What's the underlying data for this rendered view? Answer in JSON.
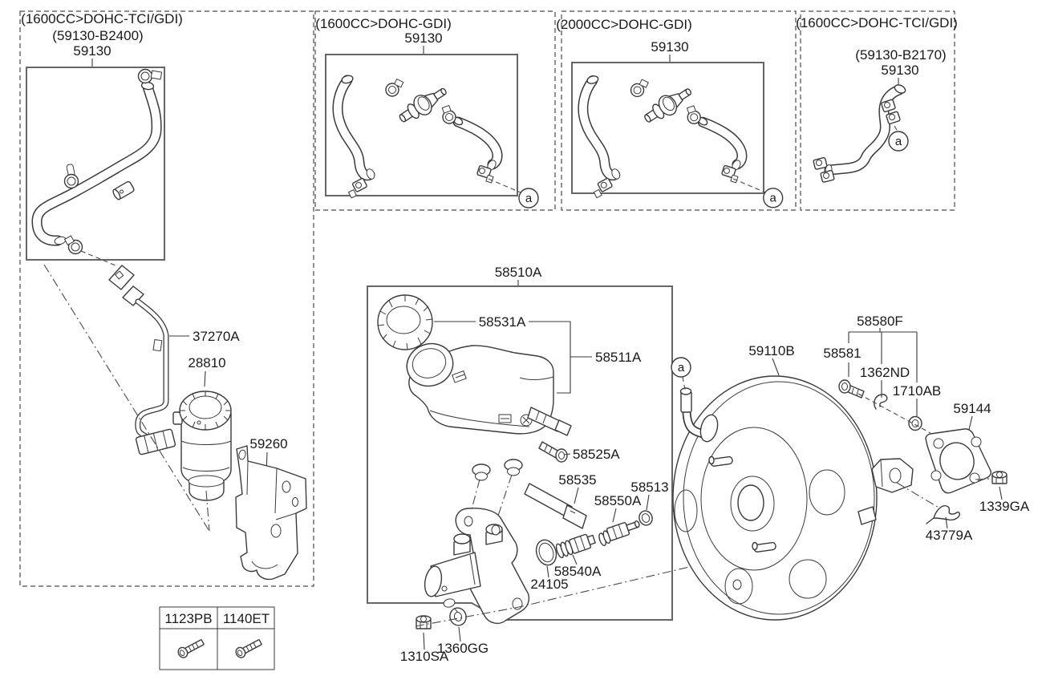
{
  "doc": {
    "background": "#ffffff",
    "line_color": "#3a3a3a",
    "text_color": "#1a1a1a"
  },
  "callout_letter": "a",
  "panels": [
    {
      "title": "(1600CC>DOHC-TCI/GDI)",
      "subtitle": "(59130-B2400)",
      "part_number": "59130"
    },
    {
      "title": "(1600CC>DOHC-GDI)",
      "part_number": "59130",
      "callout": "a"
    },
    {
      "title": "(2000CC>DOHC-GDI)",
      "part_number": "59130",
      "callout": "a"
    },
    {
      "title": "(1600CC>DOHC-TCI/GDI)",
      "subtitle": "(59130-B2170)",
      "part_number": "59130",
      "callout": "a"
    }
  ],
  "parts": {
    "hose_connector": "37270A",
    "vacuum_pump": "28810",
    "pump_bracket": "59260",
    "master_cylinder_assembly": "58510A",
    "reservoir_cap": "58531A",
    "reservoir": "58511A",
    "reservoir_screw": "58525A",
    "spacer_bar": "58535",
    "snap_ring": "58513",
    "secondary_piston": "58550A",
    "primary_piston": "58540A",
    "o_ring": "24105",
    "flange_nut": "1310SA",
    "spring_washer": "1360GG",
    "brake_booster": "59110B",
    "fitting_group": "58580F",
    "fitting_bolt": "58581",
    "hose_clip": "1362ND",
    "plain_washer": "1710AB",
    "booster_gasket": "59144",
    "booster_nut": "1339GA",
    "retainer_clip": "43779A"
  },
  "fastener_table": {
    "columns": [
      "1123PB",
      "1140ET"
    ]
  }
}
